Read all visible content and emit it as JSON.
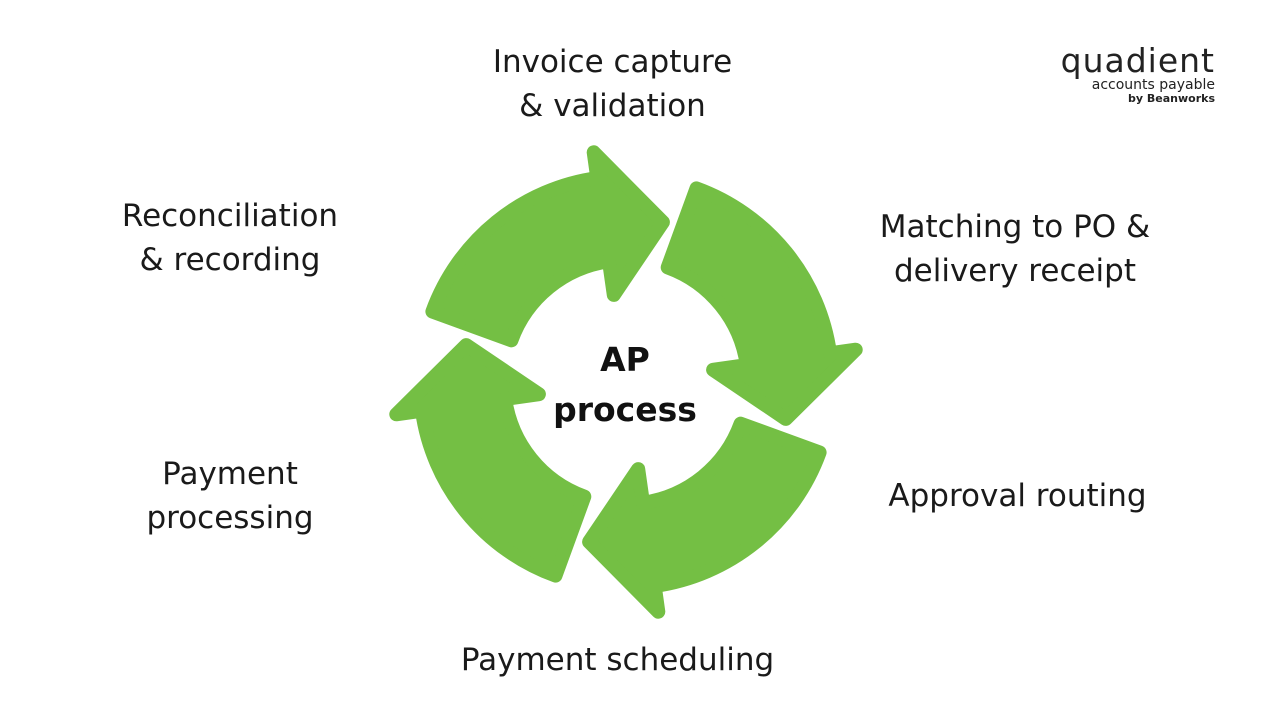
{
  "diagram": {
    "center": {
      "line1": "AP",
      "line2": "process"
    },
    "steps": [
      {
        "line1": "Invoice capture",
        "line2": "& validation"
      },
      {
        "line1": "Matching to PO &",
        "line2": "delivery receipt"
      },
      {
        "line1": "Approval routing",
        "line2": ""
      },
      {
        "line1": "Payment scheduling",
        "line2": ""
      },
      {
        "line1": "Payment",
        "line2": "processing"
      },
      {
        "line1": "Reconciliation",
        "line2": "& recording"
      }
    ],
    "arrow_color": "#74bf44",
    "arrow_count": 4
  },
  "logo": {
    "word": "quadient",
    "subtitle": "accounts payable",
    "byline": "by Beanworks"
  }
}
